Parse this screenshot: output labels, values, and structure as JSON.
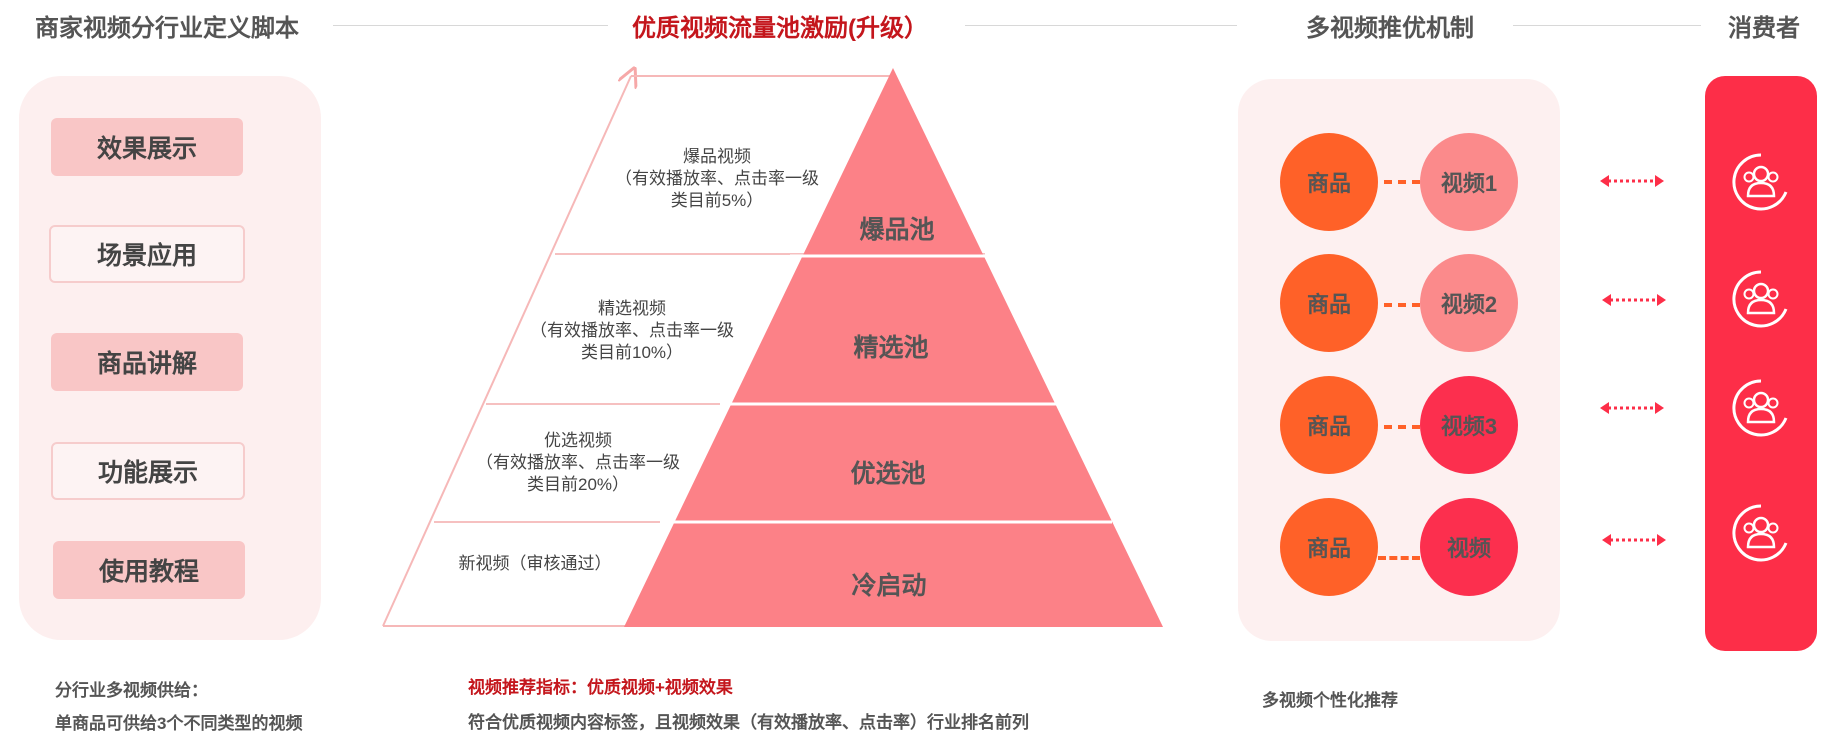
{
  "headers": {
    "left": "商家视频分行业定义脚本",
    "center": "优质视频流量池激励(升级）",
    "right": "多视频推优机制",
    "far_right": "消费者"
  },
  "left_panel": {
    "items": [
      "效果展示",
      "场景应用",
      "商品讲解",
      "功能展示",
      "使用教程"
    ]
  },
  "pyramid": {
    "pools": [
      "爆品池",
      "精选池",
      "优选池",
      "冷启动"
    ],
    "video_tiers": [
      {
        "title": "爆品视频",
        "line2": "（有效播放率、点击率一级",
        "line3": "类目前5%）"
      },
      {
        "title": "精选视频",
        "line2": "（有效播放率、点击率一级",
        "line3": "类目前10%）"
      },
      {
        "title": "优选视频",
        "line2": "（有效播放率、点击率一级",
        "line3": "类目前20%）"
      },
      {
        "title": "新视频（审核通过）"
      }
    ],
    "colors": {
      "pyramid": "#fc8187",
      "outline": "#f6b8b8"
    }
  },
  "recommend": {
    "product_label": "商品",
    "videos": [
      "视频1",
      "视频2",
      "视频3",
      "视频"
    ],
    "colors": {
      "product": "#ff6128",
      "video_light": "#fb8a8b",
      "video_dark": "#fc2f4e",
      "consumer": "#fd2e48"
    },
    "consumer_icons": [
      "users-icon",
      "users-icon",
      "users-icon",
      "users-icon"
    ]
  },
  "notes": {
    "left_line1": "分行业多视频供给：",
    "left_line2": "单商品可供给3个不同类型的视频",
    "center_line1": "视频推荐指标：优质视频+视频效果",
    "center_line2": "符合优质视频内容标签，且视频效果（有效播放率、点击率）行业排名前列",
    "right_line1": "多视频个性化推荐"
  }
}
